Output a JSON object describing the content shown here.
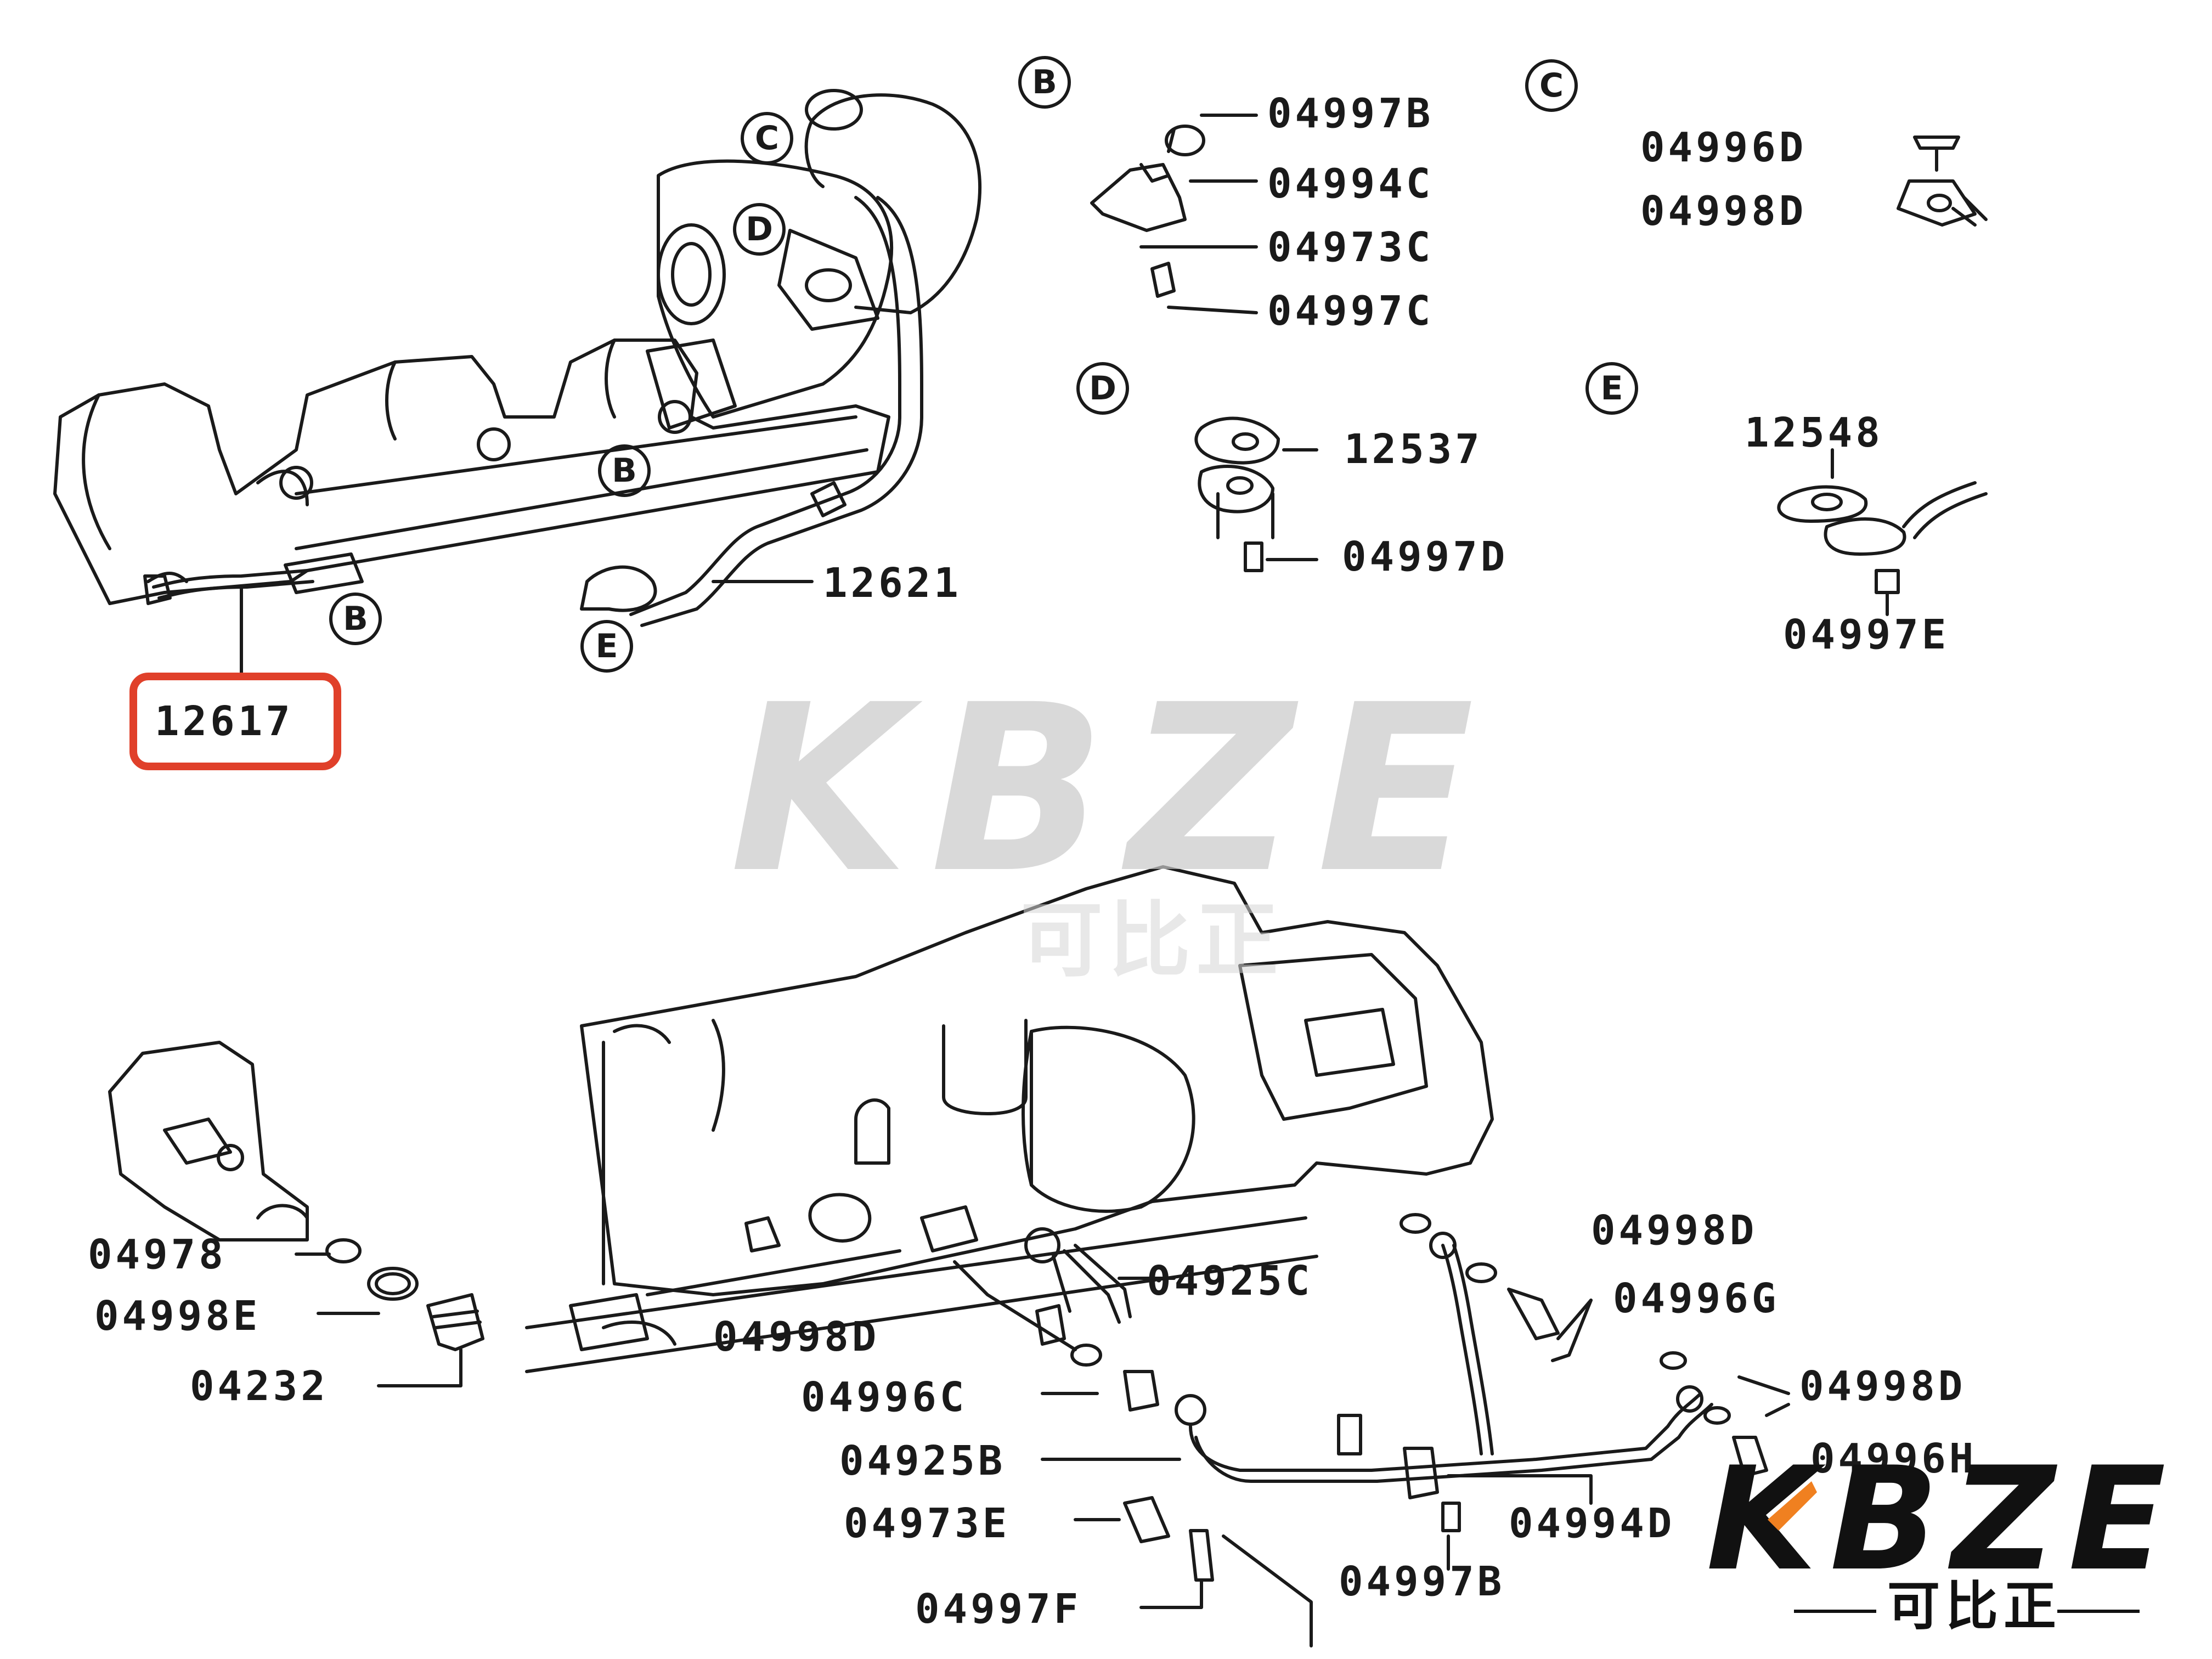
{
  "diagram": {
    "keys": [
      "B",
      "C",
      "D",
      "B",
      "E",
      "B",
      "C",
      "D",
      "E"
    ],
    "labels": {
      "b_group": [
        "04997B",
        "04994C",
        "04973C",
        "04997C"
      ],
      "c_group": [
        "04996D",
        "04998D"
      ],
      "d_group": [
        "12537",
        "04997D"
      ],
      "e_group": [
        "12548",
        "04997E"
      ],
      "upper_parts": [
        "12621",
        "12617"
      ],
      "lower_parts": [
        "04998D",
        "04925C",
        "04996G",
        "04978",
        "04998E",
        "04232",
        "04998D",
        "04996C",
        "04998D",
        "04996H",
        "04925B",
        "04994D",
        "04973E",
        "04997B",
        "04997F"
      ]
    },
    "highlighted_part": "12617",
    "highlight_color": "#e0402a"
  },
  "watermark": {
    "brand": "KBZE",
    "sub": "可比正"
  },
  "logo": {
    "brand": "KBZE",
    "sub": "可比正",
    "accent_color": "#f08020"
  }
}
